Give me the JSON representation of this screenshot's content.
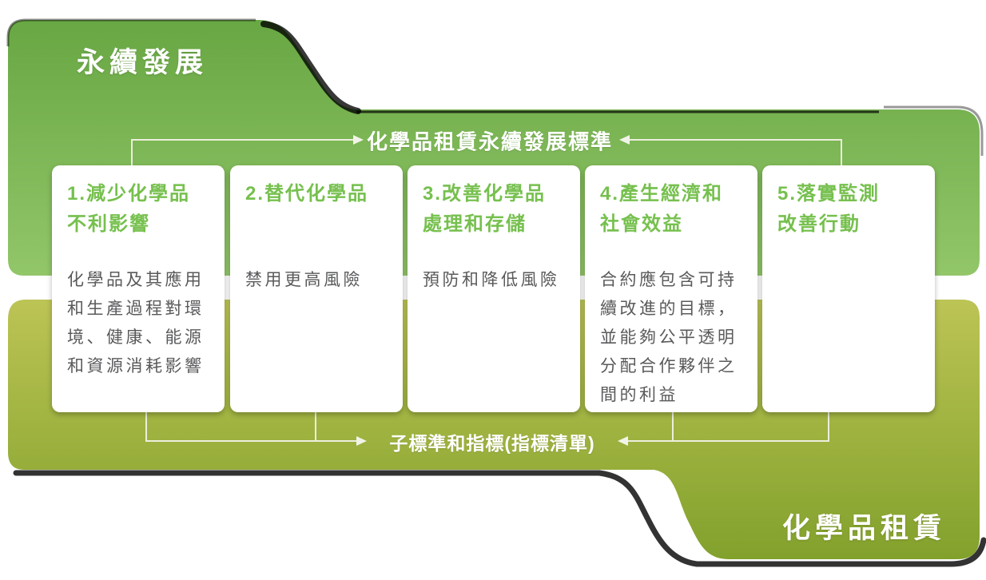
{
  "labels": {
    "top_left": "永續發展",
    "bottom_right": "化學品租賃",
    "top_connector": "化學品租賃永續發展標準",
    "bottom_connector": "子標準和指標(指標清單)"
  },
  "cards": [
    {
      "heading": "1.減少化學品\n不利影響",
      "body": "化學品及其應用和生產過程對環境、健康、能源和資源消耗影響"
    },
    {
      "heading": "2.替代化學品",
      "body": "禁用更高風險"
    },
    {
      "heading": "3.改善化學品\n處理和存儲",
      "body": "預防和降低風險"
    },
    {
      "heading": "4.產生經濟和\n社會效益",
      "body": "合約應包含可持續改進的目標，並能夠公平透明分配合作夥伴之間的利益"
    },
    {
      "heading": "5.落實監測\n改善行動",
      "body": ""
    }
  ],
  "colors": {
    "top_shape_gradient_start": "#68A743",
    "top_shape_gradient_end": "#92C669",
    "bottom_shape_gradient_start": "#BCC455",
    "bottom_shape_gradient_end": "#82A12C",
    "card_heading_green": "#76C04E",
    "card_body_gray": "#595A5C",
    "connector_line": "#ECEEDD",
    "label_white": "#FFFFFF"
  }
}
